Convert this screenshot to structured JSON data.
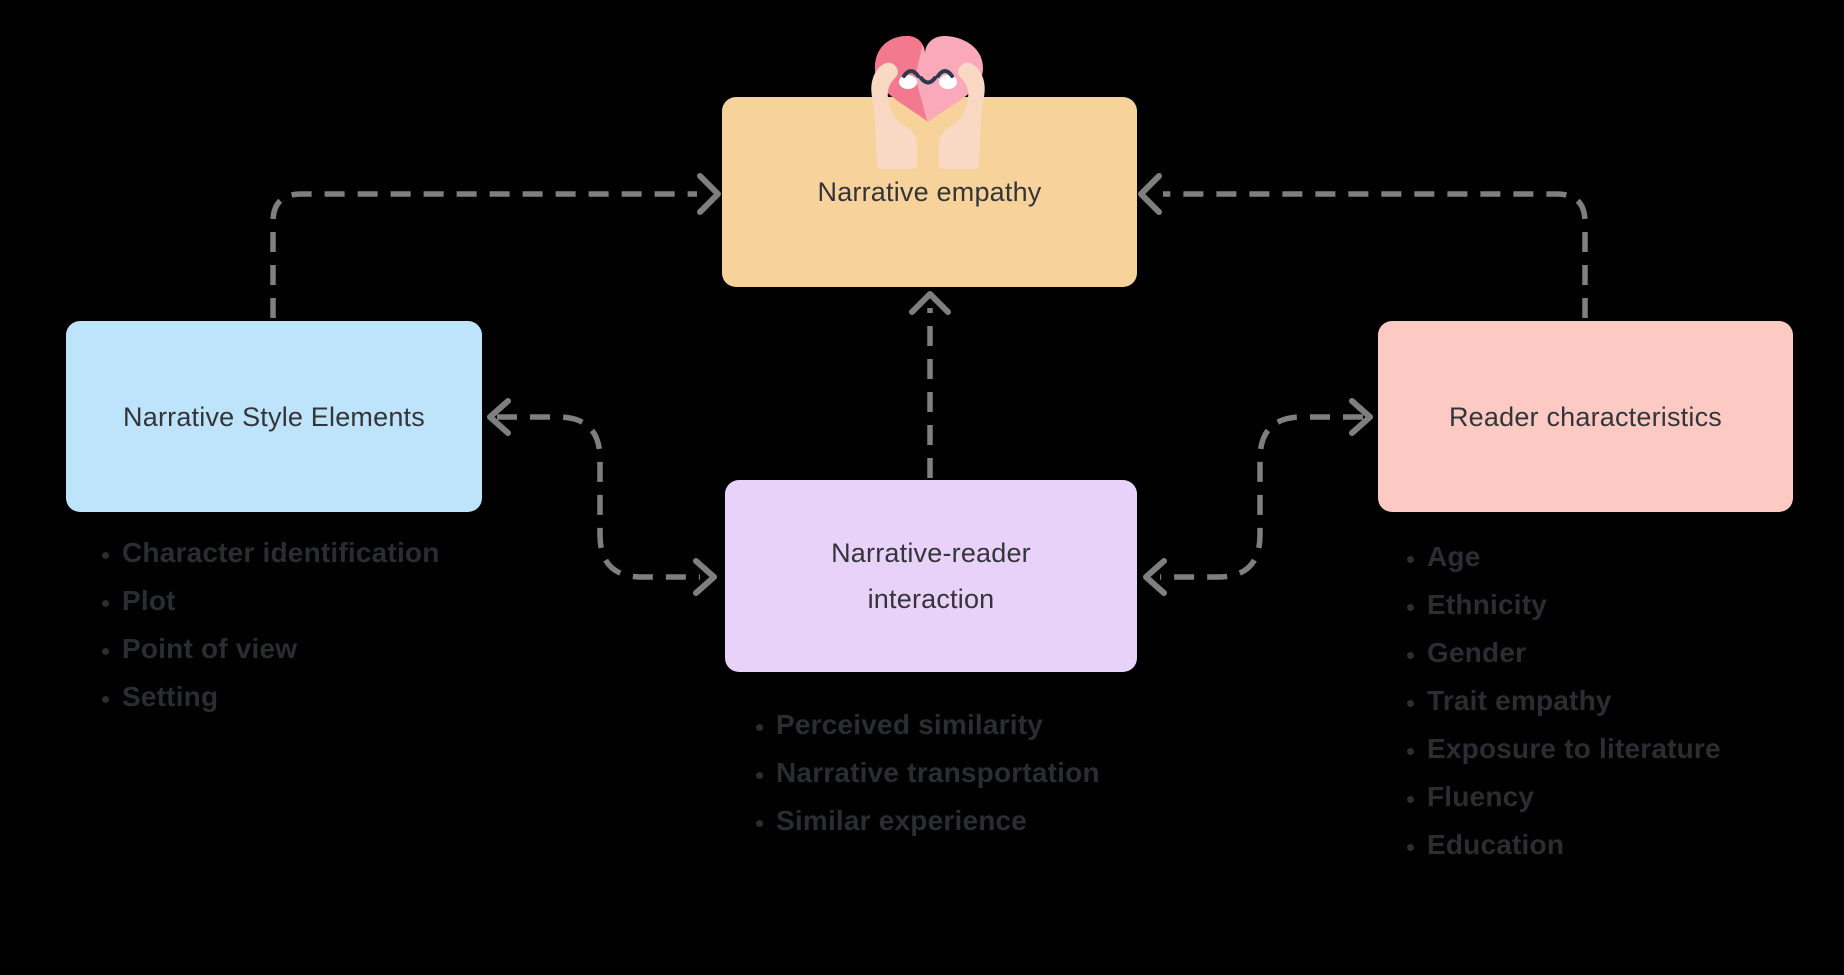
{
  "nodes": [
    {
      "id": "narrative-empathy",
      "label": "Narrative empathy",
      "color": "#F8D29B"
    },
    {
      "id": "narrative-style-elements",
      "label": "Narrative Style Elements",
      "color": "#BDE4FA",
      "items": [
        "Character identification",
        "Plot",
        "Point of view",
        "Setting"
      ]
    },
    {
      "id": "narrative-reader-interaction",
      "label": "Narrative-reader interaction",
      "color": "#E9D2FA",
      "items": [
        "Perceived similarity",
        "Narrative transportation",
        "Similar experience"
      ]
    },
    {
      "id": "reader-characteristics",
      "label": "Reader characteristics",
      "color": "#FCCAC2",
      "items": [
        "Age",
        "Ethnicity",
        "Gender",
        "Trait empathy",
        "Exposure to literature",
        "Fluency",
        "Education"
      ]
    }
  ],
  "icon": {
    "name": "heart-in-hands"
  },
  "edges": [
    {
      "from": "narrative-style-elements",
      "to": "narrative-empathy",
      "style": "dashed"
    },
    {
      "from": "reader-characteristics",
      "to": "narrative-empathy",
      "style": "dashed"
    },
    {
      "from": "narrative-reader-interaction",
      "to": "narrative-empathy",
      "style": "dashed"
    },
    {
      "from": "narrative-reader-interaction",
      "to": "narrative-style-elements",
      "style": "dashed-bidirectional"
    },
    {
      "from": "narrative-reader-interaction",
      "to": "reader-characteristics",
      "style": "dashed-bidirectional"
    }
  ],
  "colors": {
    "background": "#000000",
    "arrow": "#7F7F7F",
    "node_empathy": "#F8D29B",
    "node_style": "#BDE4FA",
    "node_interaction": "#E9D2FA",
    "node_reader": "#FCCAC2",
    "title_text": "#34353A",
    "list_text": "#2B2D31",
    "heart_dark": "#F3798F",
    "heart_light": "#F9A9BA",
    "hand": "#F9D8C4",
    "face": "#2C3A4C",
    "cheek": "#FFFFFF"
  }
}
